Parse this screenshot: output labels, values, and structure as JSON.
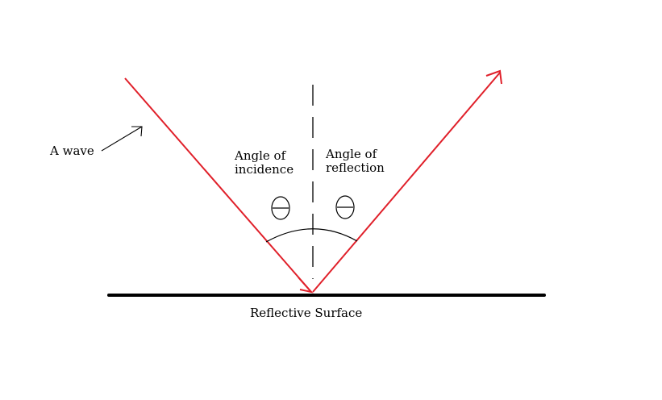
{
  "labels": {
    "wave": "A wave",
    "incidence_line1": "Angle of",
    "incidence_line2": "incidence",
    "reflection_line1": "Angle of",
    "reflection_line2": "reflection",
    "surface": "Reflective Surface"
  },
  "symbols": {
    "incidence_angle_icon": "theta-icon",
    "reflection_angle_icon": "theta-icon"
  },
  "colors": {
    "ray": "#e0202a",
    "surface": "#000000",
    "annotation": "#000000",
    "background": "#ffffff"
  }
}
